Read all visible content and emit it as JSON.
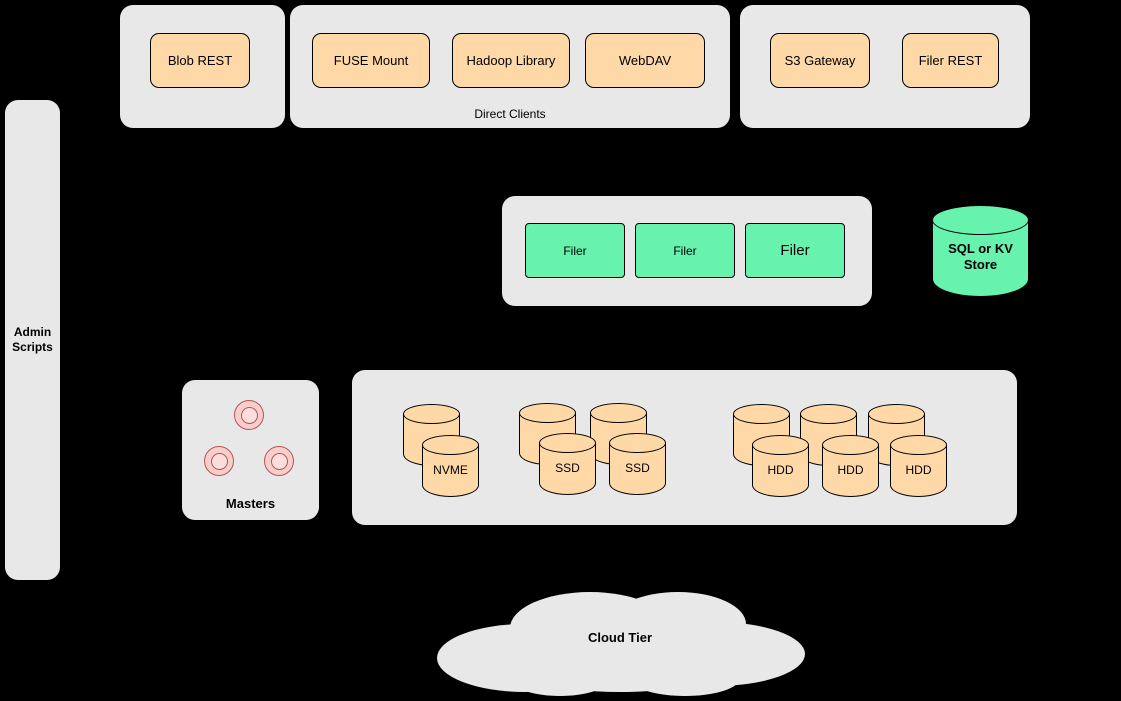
{
  "colors": {
    "background": "#000000",
    "container_fill": "#E8E8E8",
    "orange_fill": "#FFD8A8",
    "green_fill": "#67F2AE",
    "pink_fill": "#F8CECC",
    "pink_border": "#B85450",
    "shape_border": "#000000"
  },
  "admin_panel": {
    "label": "Admin Scripts"
  },
  "blob_group": {
    "items": [
      {
        "label": "Blob REST"
      }
    ]
  },
  "direct_clients_group": {
    "label": "Direct Clients",
    "items": [
      {
        "label": "FUSE Mount"
      },
      {
        "label": "Hadoop Library"
      },
      {
        "label": "WebDAV"
      }
    ]
  },
  "gateway_group": {
    "items": [
      {
        "label": "S3 Gateway"
      },
      {
        "label": "Filer REST"
      }
    ]
  },
  "filer_group": {
    "items": [
      {
        "label": "Filer"
      },
      {
        "label": "Filer"
      },
      {
        "label": "Filer"
      }
    ]
  },
  "kv_store": {
    "label": "SQL or KV Store"
  },
  "masters_group": {
    "label": "Masters"
  },
  "volume_group": {
    "nvme_labels": [
      "NVME"
    ],
    "ssd_labels": [
      "SSD",
      "SSD"
    ],
    "hdd_labels": [
      "HDD",
      "HDD",
      "HDD"
    ]
  },
  "cloud": {
    "label": "Cloud Tier"
  }
}
